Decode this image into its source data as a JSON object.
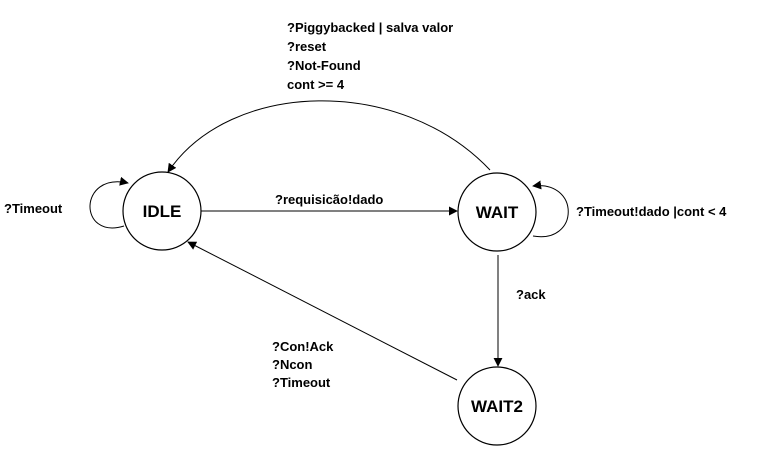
{
  "nodes": {
    "idle": "IDLE",
    "wait": "WAIT",
    "wait2": "WAIT2"
  },
  "edges": {
    "idle_self": [
      "?Timeout"
    ],
    "idle_to_wait": [
      "?requisicão!dado"
    ],
    "wait_self": [
      "?Timeout!dado |cont < 4"
    ],
    "wait_to_idle": [
      "?Piggybacked | salva valor",
      "?reset",
      "?Not-Found",
      "cont >= 4"
    ],
    "wait_to_wait2": [
      "?ack"
    ],
    "wait2_to_idle": [
      "?Con!Ack",
      "?Ncon",
      "?Timeout"
    ]
  }
}
